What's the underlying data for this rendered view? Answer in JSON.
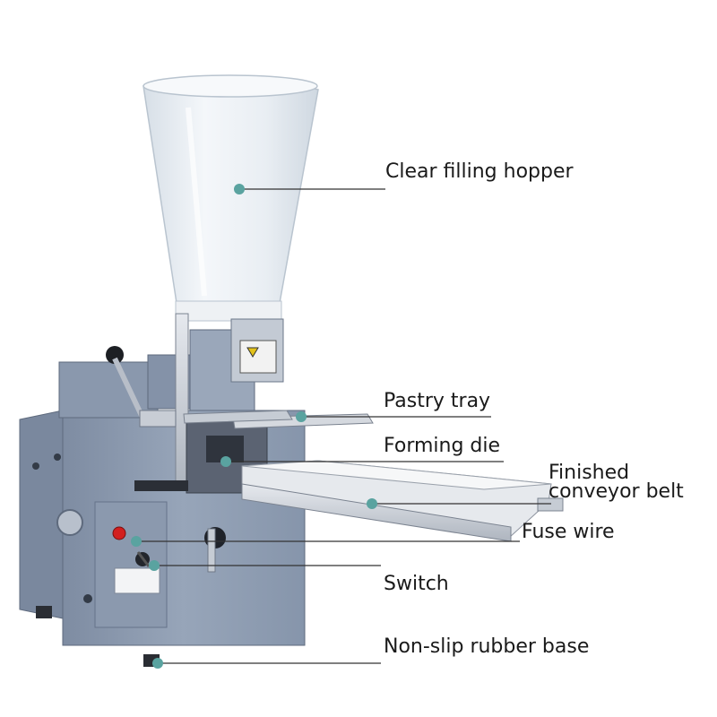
{
  "diagram": {
    "labels": {
      "hopper": "Clear filling hopper",
      "pastry_tray": "Pastry tray",
      "forming_die": "Forming die",
      "conveyor_line1": "Finished",
      "conveyor_line2": "conveyor belt",
      "fuse_wire": "Fuse wire",
      "switch": "Switch",
      "base": "Non-slip rubber base"
    },
    "panel_text": [
      "--------",
      "-------",
      "-------"
    ]
  },
  "colors": {
    "marker": "#5aa3a0",
    "leader": "#333333",
    "machine_body": "#8f9db2",
    "machine_dark": "#6f7d92",
    "steel": "#c9ced6",
    "hopper": "#e8eef3"
  }
}
